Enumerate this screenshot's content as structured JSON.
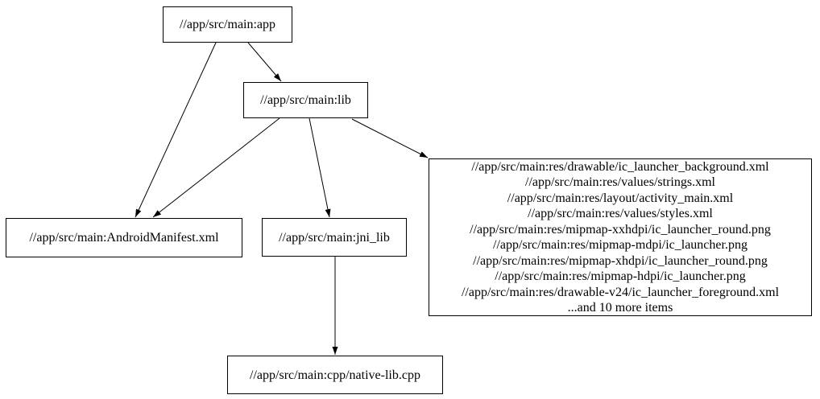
{
  "graph": {
    "background_color": "#ffffff",
    "node_border_color": "#000000",
    "node_fill_color": "#ffffff",
    "text_color": "#000000",
    "edge_color": "#000000",
    "nodes": {
      "app": {
        "label": "//app/src/main:app"
      },
      "lib": {
        "label": "//app/src/main:lib"
      },
      "manifest": {
        "label": "//app/src/main:AndroidManifest.xml"
      },
      "jni_lib": {
        "label": "//app/src/main:jni_lib"
      },
      "cpp": {
        "label": "//app/src/main:cpp/native-lib.cpp"
      },
      "resources": {
        "lines": [
          "//app/src/main:res/drawable/ic_launcher_background.xml",
          "//app/src/main:res/values/strings.xml",
          "//app/src/main:res/layout/activity_main.xml",
          "//app/src/main:res/values/styles.xml",
          "//app/src/main:res/mipmap-xxhdpi/ic_launcher_round.png",
          "//app/src/main:res/mipmap-mdpi/ic_launcher.png",
          "//app/src/main:res/mipmap-xhdpi/ic_launcher_round.png",
          "//app/src/main:res/mipmap-hdpi/ic_launcher.png",
          "//app/src/main:res/drawable-v24/ic_launcher_foreground.xml",
          "...and 10 more items"
        ]
      }
    },
    "edges": [
      {
        "from": "app",
        "to": "lib"
      },
      {
        "from": "app",
        "to": "manifest"
      },
      {
        "from": "lib",
        "to": "manifest"
      },
      {
        "from": "lib",
        "to": "jni_lib"
      },
      {
        "from": "lib",
        "to": "resources"
      },
      {
        "from": "jni_lib",
        "to": "cpp"
      }
    ]
  }
}
